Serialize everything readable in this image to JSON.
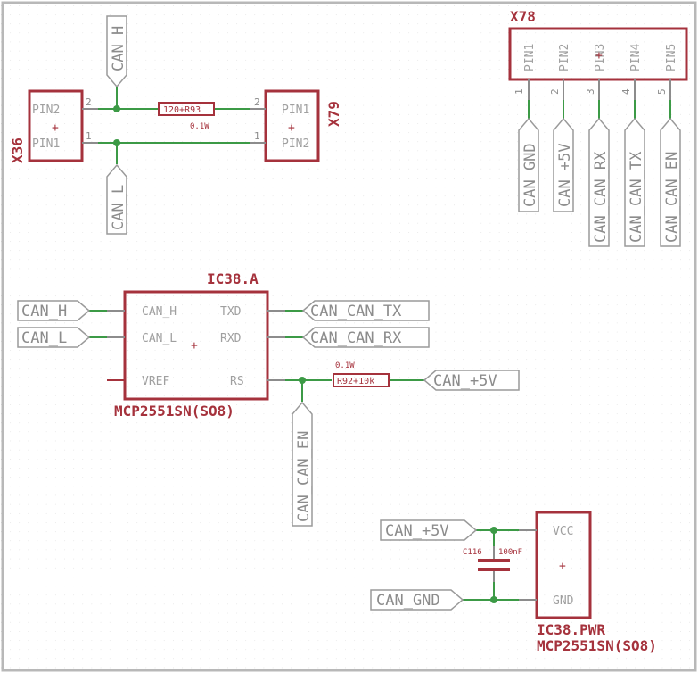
{
  "parts": {
    "x36": {
      "name": "X36",
      "pins": [
        "PIN2",
        "PIN1"
      ],
      "pin_numbers": [
        "2",
        "1"
      ]
    },
    "x79": {
      "name": "X79",
      "pins": [
        "PIN1",
        "PIN2"
      ],
      "pin_numbers": [
        "2",
        "1"
      ]
    },
    "r93": {
      "name": "120+R93",
      "value": "0.1W"
    },
    "x78": {
      "name": "X78",
      "pins": [
        "PIN1",
        "PIN2",
        "PIN3",
        "PIN4",
        "PIN5"
      ],
      "pin_numbers": [
        "1",
        "2",
        "3",
        "4",
        "5"
      ]
    },
    "ic38a": {
      "name": "IC38.A",
      "type": "MCP2551SN(SO8)",
      "pins_left": [
        "CAN_H",
        "CAN_L",
        "VREF"
      ],
      "pins_right": [
        "TXD",
        "RXD",
        "RS"
      ]
    },
    "r92": {
      "name": "R92+10k",
      "value": "0.1W"
    },
    "c116": {
      "name": "C116",
      "value": "100nF"
    },
    "ic38pwr": {
      "name": "IC38.PWR",
      "type": "MCP2551SN(SO8)",
      "pins": [
        "VCC",
        "GND"
      ]
    }
  },
  "nets": {
    "can_h": "CAN_H",
    "can_l": "CAN_L",
    "can_gnd": "CAN_GND",
    "can_5v": "CAN_+5V",
    "can_rx": "CAN_CAN_RX",
    "can_tx": "CAN_CAN_TX",
    "can_en": "CAN_CAN_EN"
  },
  "colors": {
    "part": "#a5323c",
    "wire": "#3c9a46",
    "label": "#8c8c8c",
    "grid": "#d0d0d0"
  }
}
